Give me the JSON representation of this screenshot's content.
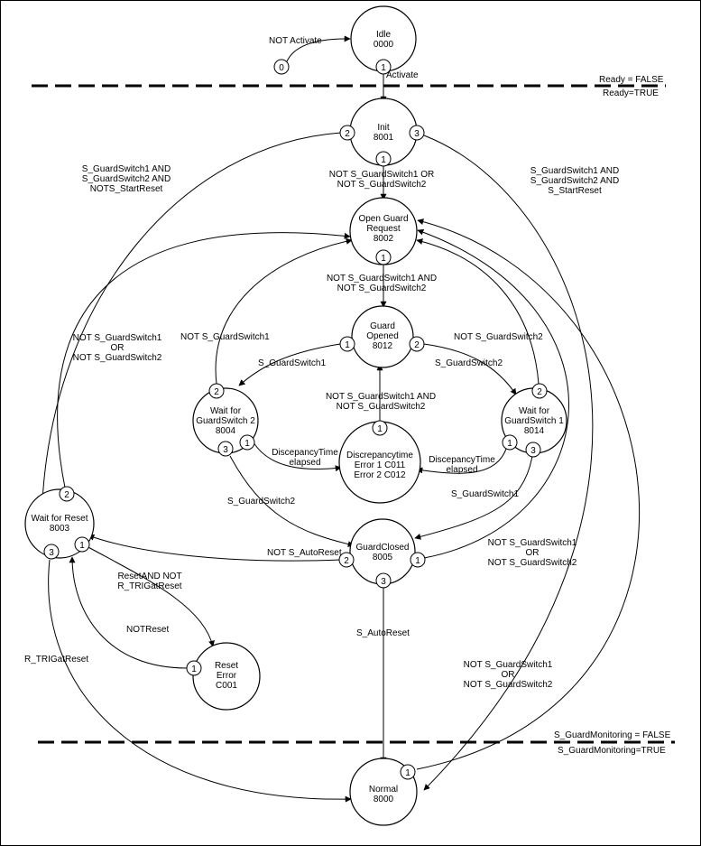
{
  "states": {
    "idle": {
      "name": "Idle",
      "code": "0000"
    },
    "init": {
      "name": "Init",
      "code": "8001"
    },
    "open_guard_request": {
      "line1": "Open Guard",
      "line2": "Request",
      "code": "8002"
    },
    "guard_opened": {
      "line1": "Guard",
      "line2": "Opened",
      "code": "8012"
    },
    "wait_gs2": {
      "line1": "Wait for",
      "line2": "GuardSwitch  2",
      "code": "8004"
    },
    "wait_gs1": {
      "line1": "Wait for",
      "line2": "GuardSwitch  1",
      "code": "8014"
    },
    "discrepancy": {
      "line1": "Discrepancytime",
      "line2": "Error 1 C011",
      "line3": "Error 2 C012"
    },
    "wait_reset": {
      "name": "Wait for Reset",
      "code": "8003"
    },
    "guard_closed": {
      "name": "GuardClosed",
      "code": "8005"
    },
    "reset_error": {
      "line1": "Reset",
      "line2": "Error",
      "code": "C001"
    },
    "normal": {
      "name": "Normal",
      "code": "8000"
    }
  },
  "ports": {
    "idle_in": "0",
    "idle_out": "1",
    "init_1": "1",
    "init_2": "2",
    "init_3": "3",
    "ogr_1": "1",
    "go_1": "1",
    "go_2": "2",
    "w2_1": "1",
    "w2_2": "2",
    "w2_3": "3",
    "w1_1": "1",
    "w1_2": "2",
    "w1_3": "3",
    "disc_1": "1",
    "wr_1": "1",
    "wr_2": "2",
    "wr_3": "3",
    "gc_1": "1",
    "gc_2": "2",
    "gc_3": "3",
    "re_1": "1",
    "n_1": "1"
  },
  "separators": {
    "ready_false": "Ready = FALSE",
    "ready_true": "Ready=TRUE",
    "monitoring_false": "S_GuardMonitoring = FALSE",
    "monitoring_true": "S_GuardMonitoring=TRUE"
  },
  "labels": {
    "not_activate": "NOT Activate",
    "activate": "Activate",
    "init_left_1": "S_GuardSwitch1 AND",
    "init_left_2": "S_GuardSwitch2 AND",
    "init_left_3": "NOTS_StartReset",
    "init_down_1": "NOT S_GuardSwitch1 OR",
    "init_down_2": "NOT S_GuardSwitch2",
    "init_right_1": "S_GuardSwitch1 AND",
    "init_right_2": "S_GuardSwitch2 AND",
    "init_right_3": "S_StartReset",
    "ogr_down_1": "NOT S_GuardSwitch1 AND",
    "ogr_down_2": "NOT S_GuardSwitch2",
    "wr_up_1": "NOT S_GuardSwitch1",
    "wr_up_2": "OR",
    "wr_up_3": "NOT S_GuardSwitch2",
    "w2_up": "NOT S_GuardSwitch1",
    "w1_up": "NOT S_GuardSwitch2",
    "go_left": "S_GuardSwitch1",
    "go_right": "S_GuardSwitch2",
    "disc_up_1": "NOT S_GuardSwitch1 AND",
    "disc_up_2": "NOT S_GuardSwitch2",
    "w2_disc_1": "DiscepancyTime",
    "w2_disc_2": "elapsed",
    "w1_disc_1": "DiscepancyTime",
    "w1_disc_2": "elapsed",
    "w2_gc": "S_GuardSwitch2",
    "w1_gc": "S_GuardSwitch1",
    "gc_wr": "NOT S_AutoReset",
    "gc_ogr_1": "NOT S_GuardSwitch1",
    "gc_ogr_2": "OR",
    "gc_ogr_3": "NOT S_GuardSwitch2",
    "wr_re_1": "ResetAND NOT",
    "wr_re_2": "R_TRIGatReset",
    "re_wr": "NOTReset",
    "wr_n": "R_TRIGatReset",
    "gc_n": "S_AutoReset",
    "n_ogr_1": "NOT S_GuardSwitch1",
    "n_ogr_2": "OR",
    "n_ogr_3": "NOT S_GuardSwitch2"
  }
}
